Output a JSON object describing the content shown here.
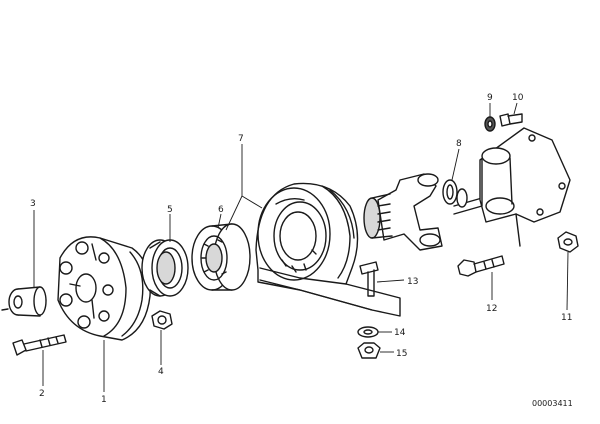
{
  "callouts": {
    "c1": "1",
    "c2": "2",
    "c3": "3",
    "c4": "4",
    "c5": "5",
    "c6": "6",
    "c7": "7",
    "c8": "8",
    "c9": "9",
    "c10": "10",
    "c11": "11",
    "c12": "12",
    "c13": "13",
    "c14": "14",
    "c15": "15"
  },
  "drawing_ref": "00003411"
}
